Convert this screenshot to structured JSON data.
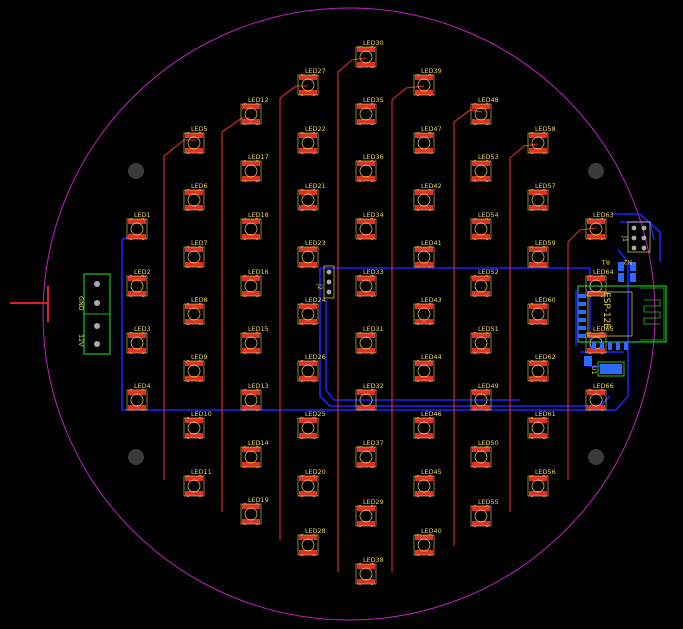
{
  "colors": {
    "background": "#000000",
    "board_outline": "#c020c0",
    "top_copper": "#e0302a",
    "bottom_copper": "#2020ff",
    "silkscreen": "#e8d84a",
    "connector": "#20c020",
    "hole": "#3a3a3a"
  },
  "leds": [
    "LED1",
    "LED2",
    "LED3",
    "LED4",
    "LED5",
    "LED6",
    "LED7",
    "LED8",
    "LED9",
    "LED10",
    "LED11",
    "LED12",
    "LED17",
    "LED18",
    "LED16",
    "LED15",
    "LED13",
    "LED14",
    "LED19",
    "LED27",
    "LED22",
    "LED21",
    "LED23",
    "LED24",
    "LED26",
    "LED25",
    "LED20",
    "LED28",
    "LED30",
    "LED35",
    "LED36",
    "LED34",
    "LED33",
    "LED31",
    "LED32",
    "LED37",
    "LED29",
    "LED38",
    "LED39",
    "LED47",
    "LED42",
    "LED41",
    "LED43",
    "LED44",
    "LED46",
    "LED45",
    "LED40",
    "LED48",
    "LED53",
    "LED54",
    "LED52",
    "LED51",
    "LED49",
    "LED50",
    "LED55",
    "LED58",
    "LED57",
    "LED59",
    "LED60",
    "LED62",
    "LED61",
    "LED56",
    "LED63",
    "LED64",
    "LED65",
    "LED66"
  ],
  "labels": {
    "power_12v": "12V",
    "power_gnd": "GND",
    "header_j1": "J1",
    "header_j2": "J2",
    "r1": "R1",
    "r2": "R2",
    "module": "ESP-12E",
    "u1": "U1"
  },
  "icons": {
    "mounting_hole": "mounting-hole-icon",
    "test_probe": "probe-marker-icon"
  }
}
